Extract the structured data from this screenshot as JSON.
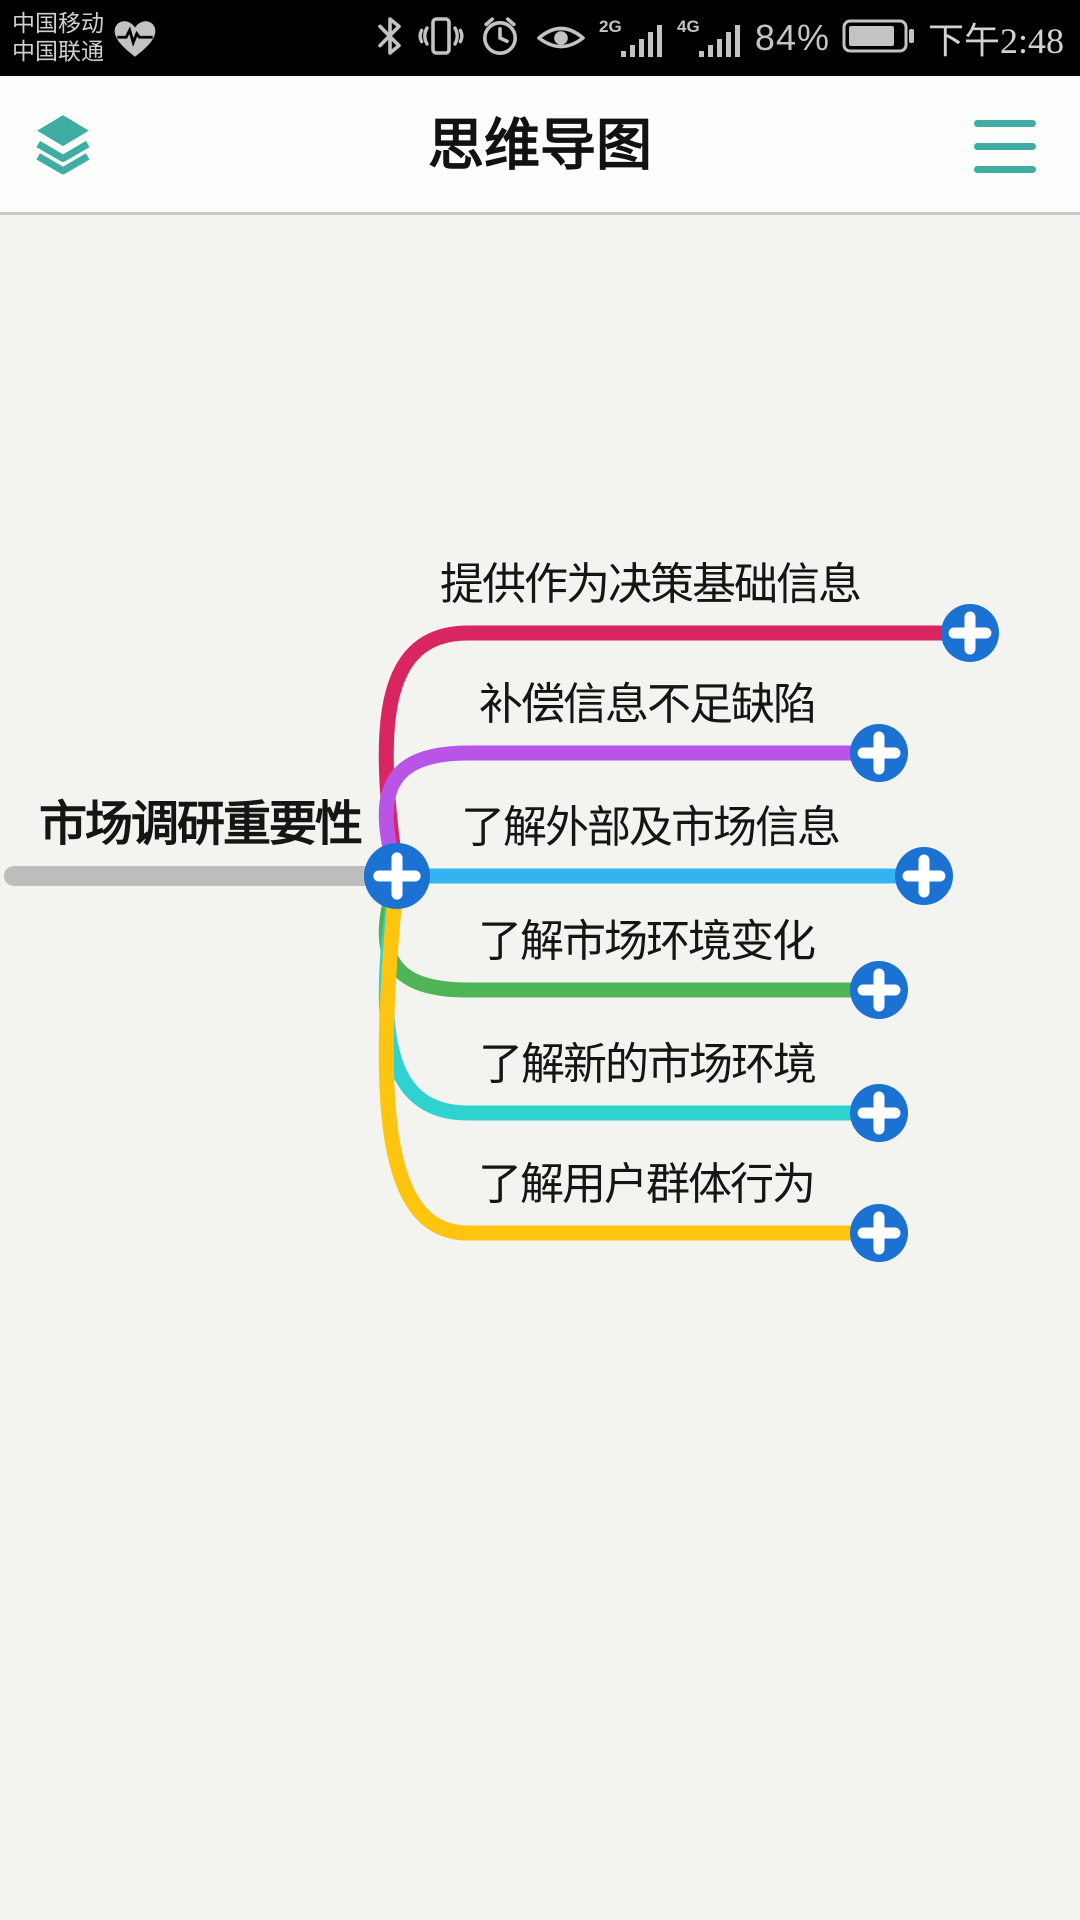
{
  "status_bar": {
    "carrier_primary": "中国移动",
    "carrier_secondary": "中国联通",
    "icons": [
      "heart-pulse-icon",
      "bluetooth-icon",
      "vibrate-icon",
      "alarm-clock-icon",
      "eye-icon",
      "signal-2g-icon",
      "signal-4g-icon",
      "battery-icon"
    ],
    "network_badge_2g": "2G",
    "network_badge_4g": "4G",
    "battery_percent": "84%",
    "time": "下午2:48",
    "icon_color": "#c3c3c3"
  },
  "header": {
    "title": "思维导图",
    "logo_icon": "layers-icon",
    "menu_icon": "hamburger-menu-icon",
    "accent_color": "#3fada4"
  },
  "mindmap": {
    "background": "#f3f4ef",
    "add_button_color": "#1b72d3",
    "root": {
      "label": "市场调研重要性",
      "line_color": "#bdbdbd"
    },
    "branches": [
      {
        "label": "提供作为决策基础信息",
        "color": "#d92560"
      },
      {
        "label": "补偿信息不足缺陷",
        "color": "#b855e6"
      },
      {
        "label": "了解外部及市场信息",
        "color": "#35b2f0"
      },
      {
        "label": "了解市场环境变化",
        "color": "#4fb456"
      },
      {
        "label": "了解新的市场环境",
        "color": "#30d2cf"
      },
      {
        "label": "了解用户群体行为",
        "color": "#fdc50f"
      }
    ]
  }
}
